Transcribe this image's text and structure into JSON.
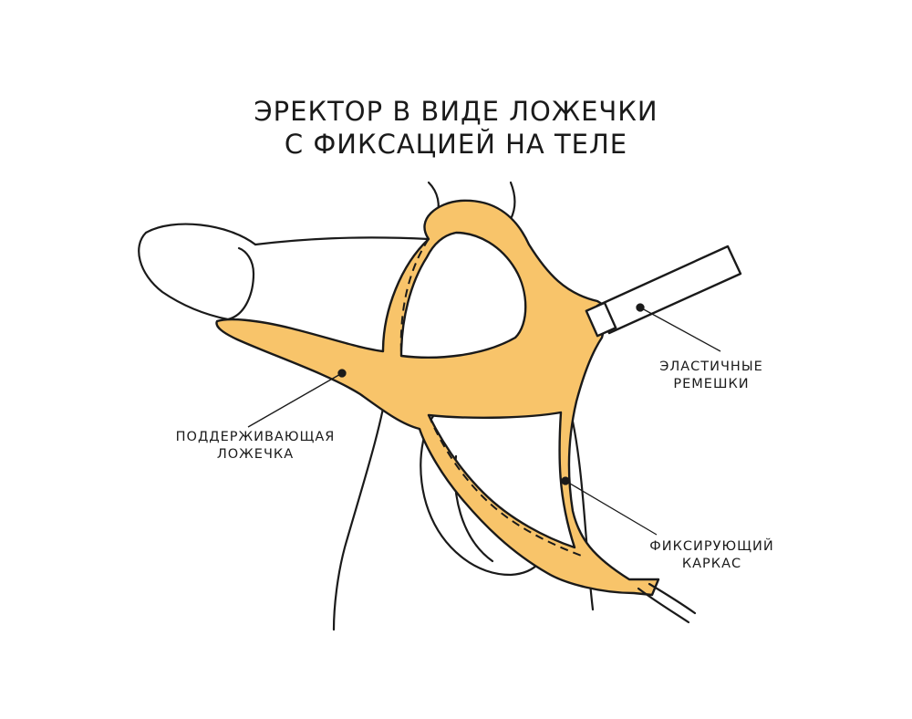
{
  "title": {
    "line1": "ЭРЕКТОР В ВИДЕ ЛОЖЕЧКИ",
    "line2": "С ФИКСАЦИЕЙ НА ТЕЛЕ"
  },
  "labels": {
    "straps": {
      "line1": "ЭЛАСТИЧНЫЕ",
      "line2": "РЕМЕШКИ"
    },
    "spoon": {
      "line1": "ПОДДЕРЖИВАЮЩАЯ",
      "line2": "ЛОЖЕЧКА"
    },
    "frame": {
      "line1": "ФИКСИРУЮЩИЙ",
      "line2": "КАРКАС"
    }
  },
  "colors": {
    "device_fill": "#F8C46A",
    "outline": "#1a1a1a",
    "background": "#ffffff"
  }
}
